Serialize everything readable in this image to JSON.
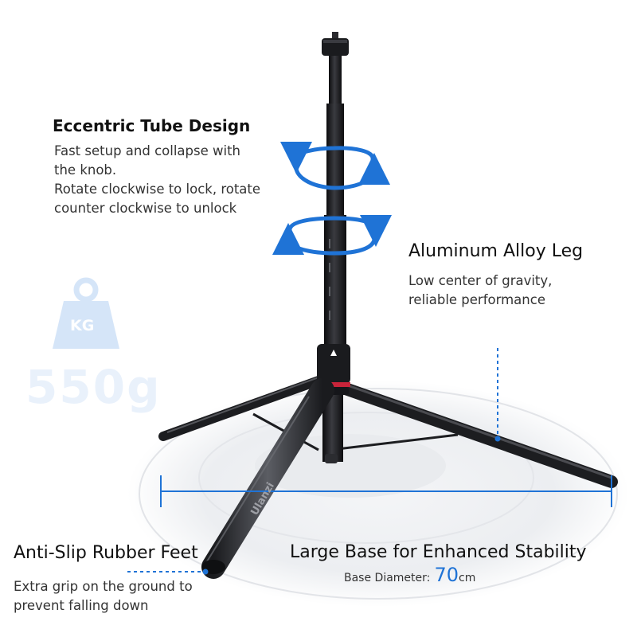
{
  "eccentric": {
    "title": "Eccentric Tube Design",
    "lines": [
      "Fast setup and collapse with",
      "the knob.",
      "Rotate clockwise to lock, rotate",
      "counter clockwise to unlock"
    ]
  },
  "leg": {
    "title": "Aluminum Alloy Leg",
    "lines": [
      "Low center of gravity,",
      "reliable performance"
    ]
  },
  "weight": {
    "icon_text": "KG",
    "value": "550g"
  },
  "feet": {
    "title": "Anti-Slip Rubber Feet",
    "lines": [
      "Extra grip on the ground to",
      "prevent falling down"
    ]
  },
  "base": {
    "title": "Large Base for Enhanced Stability",
    "diameter_label": "Base Diameter:",
    "diameter_value": "70",
    "diameter_unit": "cm"
  },
  "brand": {
    "logo_text": "Ulanzi"
  },
  "colors": {
    "accent_blue": "#1f73d6",
    "stand_black": "#1c1d20",
    "ring_red": "#c8243a"
  }
}
